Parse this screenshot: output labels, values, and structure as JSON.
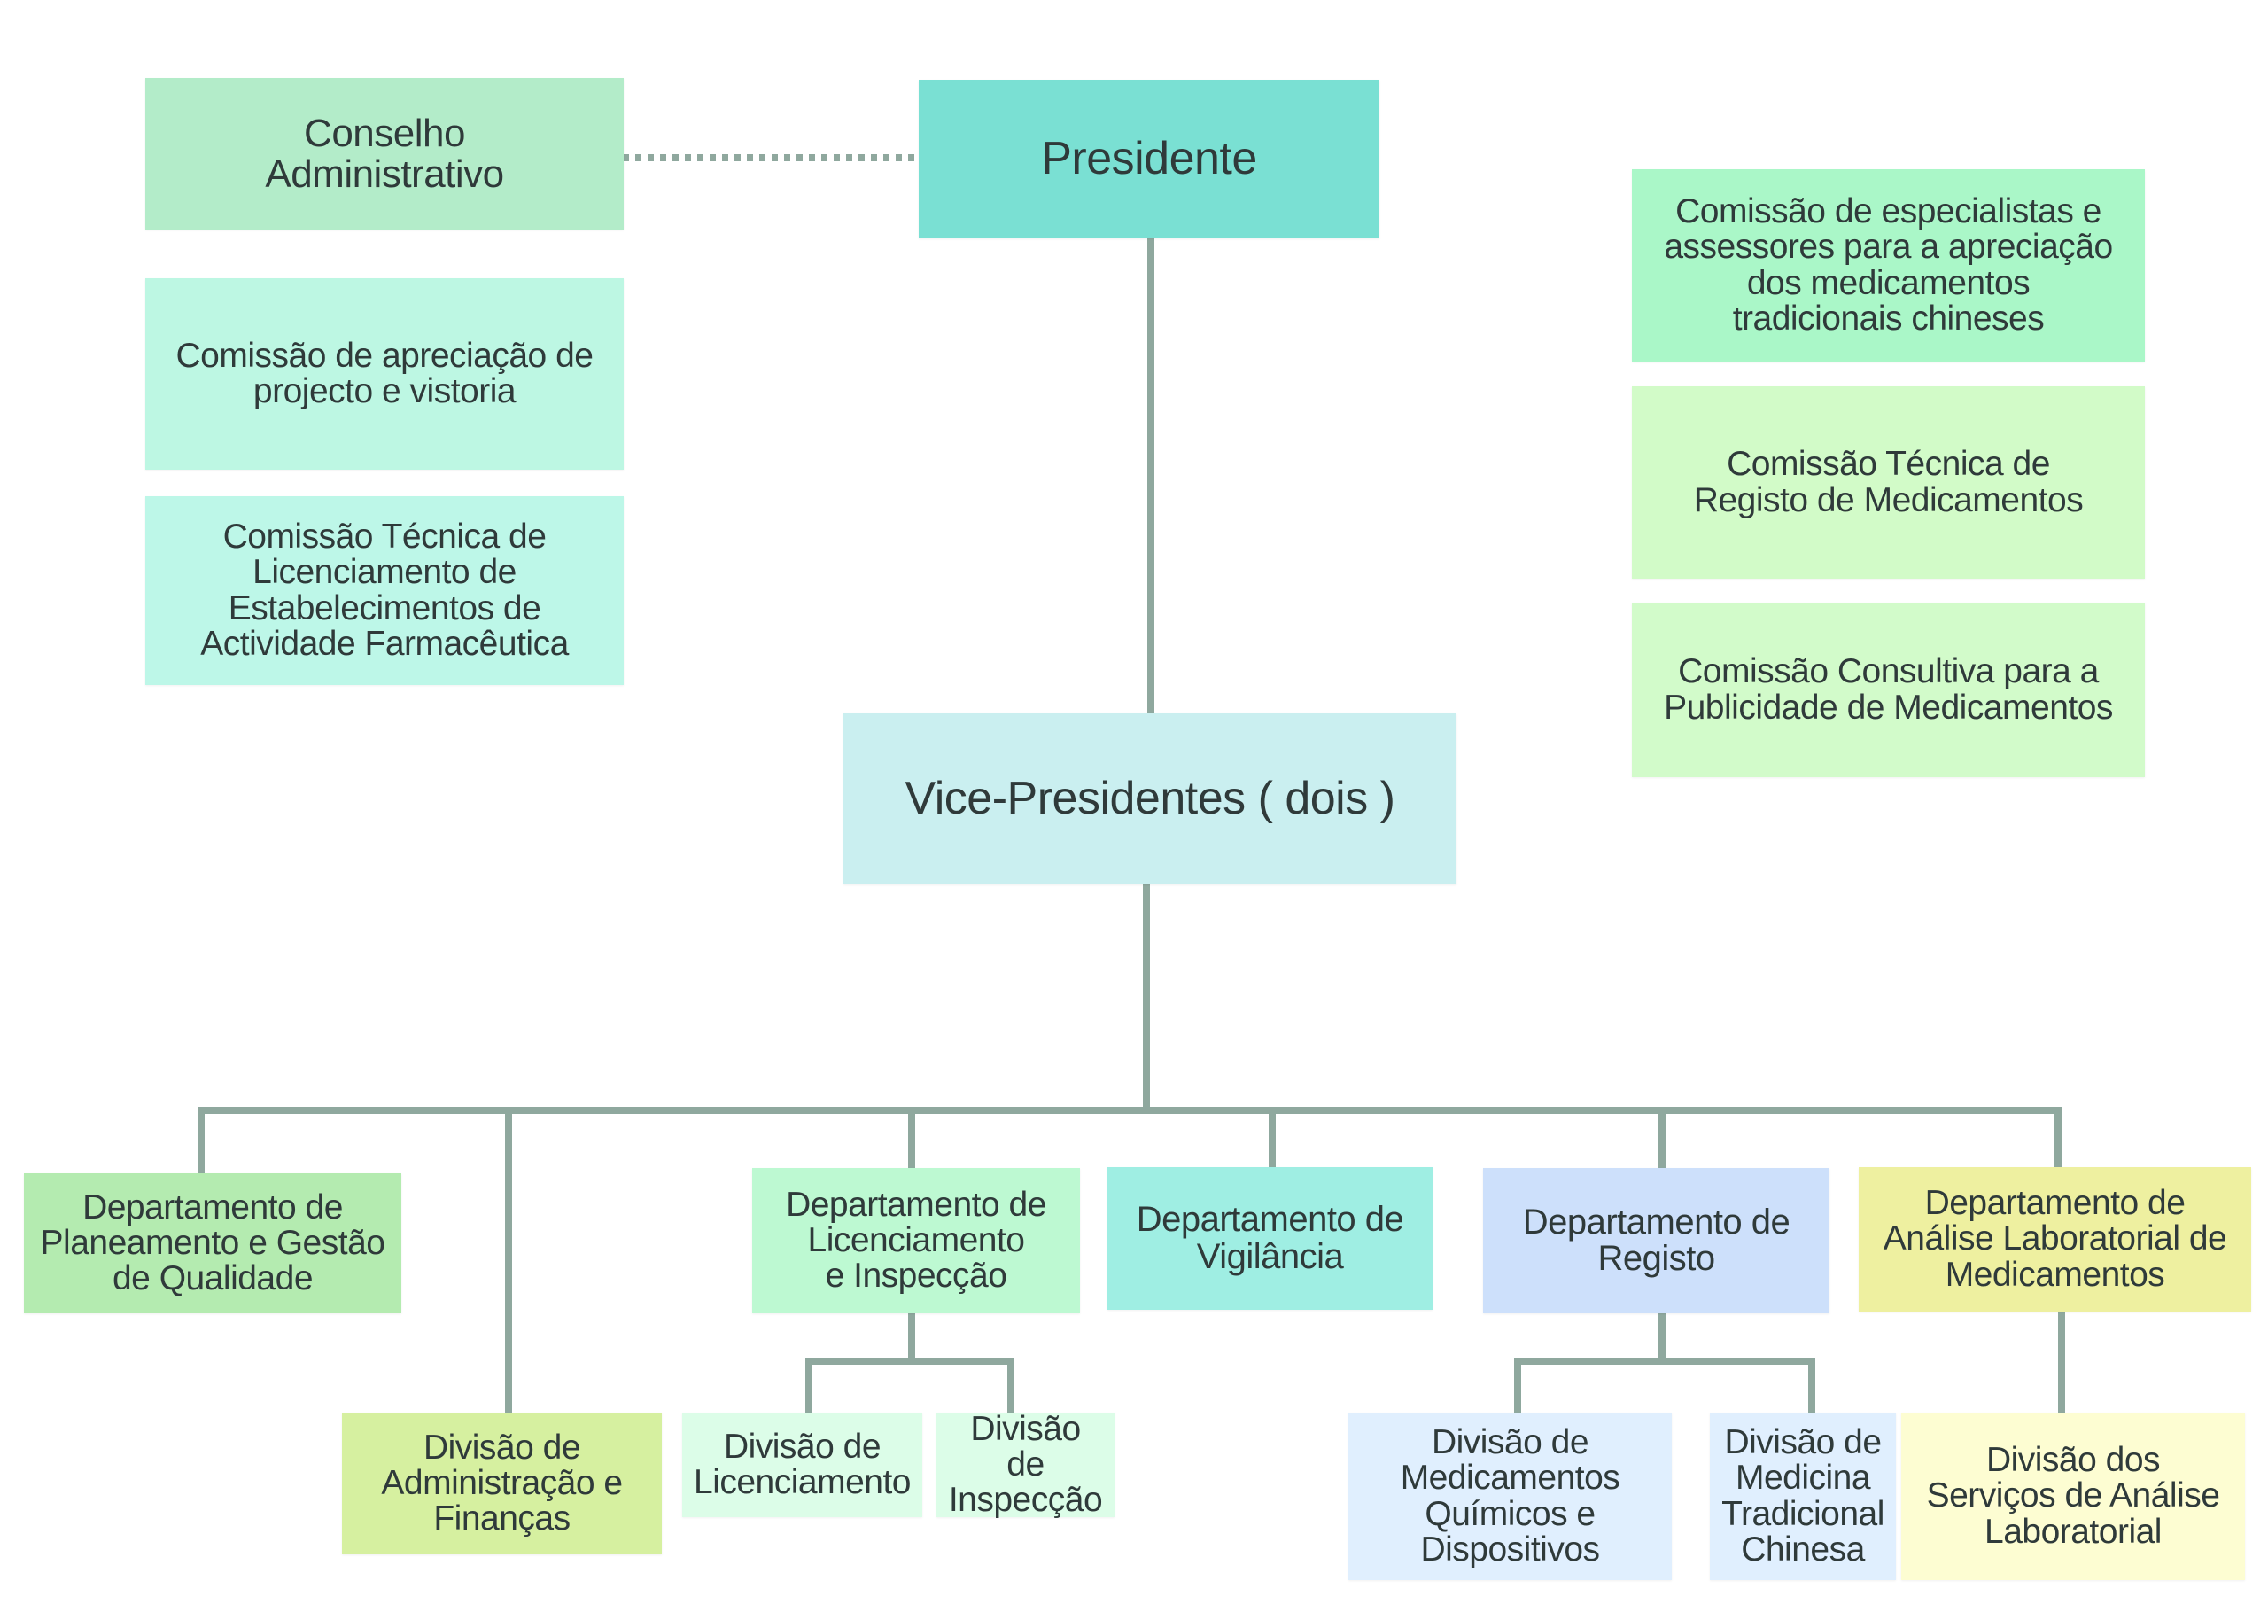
{
  "diagram": {
    "type": "organization-chart",
    "nodes": {
      "presidente": {
        "label": "Presidente",
        "color": "#7ae0d3"
      },
      "conselho": {
        "label": "Conselho\nAdministrativo",
        "color": "#b3ecc9"
      },
      "comissao_projecto": {
        "label": "Comissão de apreciação de\nprojecto e vistoria",
        "color": "#bdf7e3"
      },
      "comissao_licenciamento": {
        "label": "Comissão Técnica de\nLicenciamento de\nEstabelecimentos de\nActividade Farmacêutica",
        "color": "#bdf7e8"
      },
      "comissao_especialistas": {
        "label": "Comissão de especialistas e\nassessores para a apreciação\ndos medicamentos\ntradicionais chineses",
        "color": "#aaf7c8"
      },
      "comissao_registo": {
        "label": "Comissão Técnica de\nRegisto de Medicamentos",
        "color": "#d2fbc8"
      },
      "comissao_publicidade": {
        "label": "Comissão Consultiva para a\nPublicidade de Medicamentos",
        "color": "#d2fbca"
      },
      "vice_presidentes": {
        "label": "Vice-Presidentes ( dois )",
        "color": "#caeff0"
      },
      "dept_planeamento": {
        "label": "Departamento de\nPlaneamento e Gestão\nde Qualidade",
        "color": "#b4ebb0"
      },
      "div_administracao": {
        "label": "Divisão de\nAdministração e\nFinanças",
        "color": "#d6f0a0"
      },
      "dept_licenciamento": {
        "label": "Departamento de\nLicenciamento\ne Inspecção",
        "color": "#bdf9d2"
      },
      "div_licenciamento": {
        "label": "Divisão de\nLicenciamento",
        "color": "#dcfde8"
      },
      "div_inspeccao": {
        "label": "Divisão de\nInspecção",
        "color": "#dcfde8"
      },
      "dept_vigilancia": {
        "label": "Departamento de\nVigilância",
        "color": "#9feee3"
      },
      "dept_registo": {
        "label": "Departamento de\nRegisto",
        "color": "#cde0fb"
      },
      "div_quimicos": {
        "label": "Divisão de\nMedicamentos\nQuímicos e\nDispositivos",
        "color": "#e0effe"
      },
      "div_medicina_chinesa": {
        "label": "Divisão de\nMedicina\nTradicional\nChinesa",
        "color": "#e0effe"
      },
      "dept_analise": {
        "label": "Departamento de\nAnálise Laboratorial de\nMedicamentos",
        "color": "#eef0a0"
      },
      "div_servicos_analise": {
        "label": "Divisão dos\nServiços de Análise\nLaboratorial",
        "color": "#fdfdd2"
      }
    },
    "edges": [
      {
        "from": "conselho",
        "to": "presidente",
        "style": "dotted"
      },
      {
        "from": "presidente",
        "to": "vice_presidentes",
        "style": "solid"
      },
      {
        "from": "vice_presidentes",
        "to": "dept_planeamento",
        "style": "solid"
      },
      {
        "from": "vice_presidentes",
        "to": "div_administracao",
        "style": "solid"
      },
      {
        "from": "vice_presidentes",
        "to": "dept_licenciamento",
        "style": "solid"
      },
      {
        "from": "vice_presidentes",
        "to": "dept_vigilancia",
        "style": "solid"
      },
      {
        "from": "vice_presidentes",
        "to": "dept_registo",
        "style": "solid"
      },
      {
        "from": "vice_presidentes",
        "to": "dept_analise",
        "style": "solid"
      },
      {
        "from": "dept_licenciamento",
        "to": "div_licenciamento",
        "style": "solid"
      },
      {
        "from": "dept_licenciamento",
        "to": "div_inspeccao",
        "style": "solid"
      },
      {
        "from": "dept_registo",
        "to": "div_quimicos",
        "style": "solid"
      },
      {
        "from": "dept_registo",
        "to": "div_medicina_chinesa",
        "style": "solid"
      },
      {
        "from": "dept_analise",
        "to": "div_servicos_analise",
        "style": "solid"
      }
    ],
    "connector_color": "#8fa89e"
  }
}
